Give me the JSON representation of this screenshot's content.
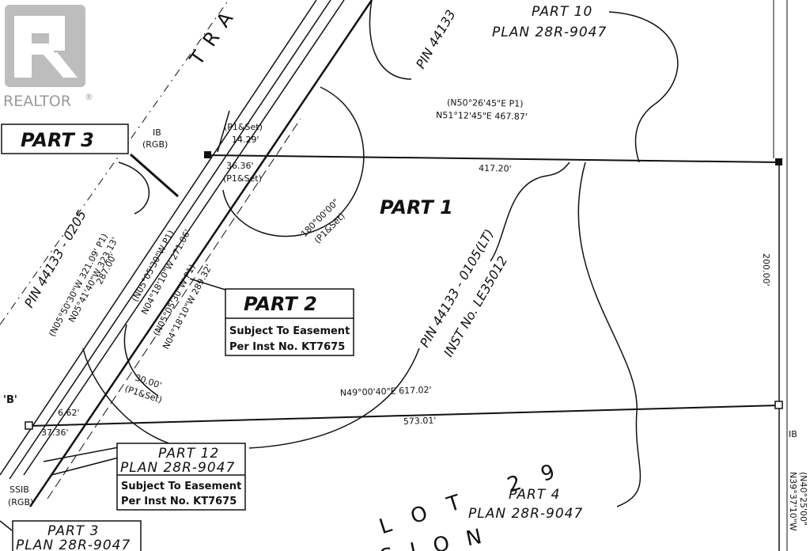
{
  "watermark": {
    "brand": "REALTOR",
    "mark": "®"
  },
  "parts": {
    "part1": "PART 1",
    "part2": {
      "title": "PART 2",
      "note1": "Subject To Easement",
      "note2": "Per Inst No. KT7675"
    },
    "part3_top": "PART 3",
    "part3_bottom": {
      "title": "PART 3",
      "plan": "PLAN 28R-9047"
    },
    "part4": {
      "title": "PART 4",
      "plan": "PLAN 28R-9047"
    },
    "part10": {
      "title": "PART 10",
      "plan": "PLAN 28R-9047"
    },
    "part12": {
      "title": "PART 12",
      "plan": "PLAN 28R-9047",
      "note1": "Subject To Easement",
      "note2": "Per Inst No. KT7675"
    }
  },
  "road": {
    "label": "TRA"
  },
  "pins": {
    "pin_0205": "PIN 44133 - 0205",
    "pin_0105": "PIN 44133 - 0105(LT)",
    "inst": "INST No. LE35012",
    "pin_top": "PIN 44133"
  },
  "lot": {
    "lot": "LOT 29",
    "conc": "SION"
  },
  "monuments": {
    "ib_rgb_label": "IB",
    "ib_rgb_sub": "(RGB)",
    "ib_right": "IB",
    "ssib": "SSIB",
    "ssib_sub": "(RGB)",
    "point_b": "'B'"
  },
  "bearings": {
    "north_p1": "(N50°26'45\"E P1)",
    "north": "N51°12'45\"E  467.87'",
    "north_measured": "417.20'",
    "south": "N49°00'40\"E  617.02'",
    "south_measured": "573.01'",
    "east": "200.00'",
    "angle": "180°00'00\"",
    "angle_sub": "(P1&Set)",
    "p1set_top": "(P1&Set)",
    "dist_1429": "14.29'",
    "dist_3636": "36.36'",
    "p1set_2": "(P1&Set)",
    "dist_662": "6.62'",
    "dist_3736": "37.36'",
    "dist_3000": "30.00'",
    "dist_3000_sub": "(P1&Set)",
    "line1": "(N05°50'30\"W  321.09' P1)",
    "line2": "N05°41'40\"W  323.13'",
    "line3": "287.00'",
    "line4": "(N05°05'30\"W P1)",
    "line5": "N04°18'10\"W  271.06'",
    "line6": "(N05°05'30\"W P1)",
    "line7": "N04°18'10\"W  289.32'",
    "right_edge1": "(N40°25'00\"",
    "right_edge2": "N39°37'10\"W"
  }
}
